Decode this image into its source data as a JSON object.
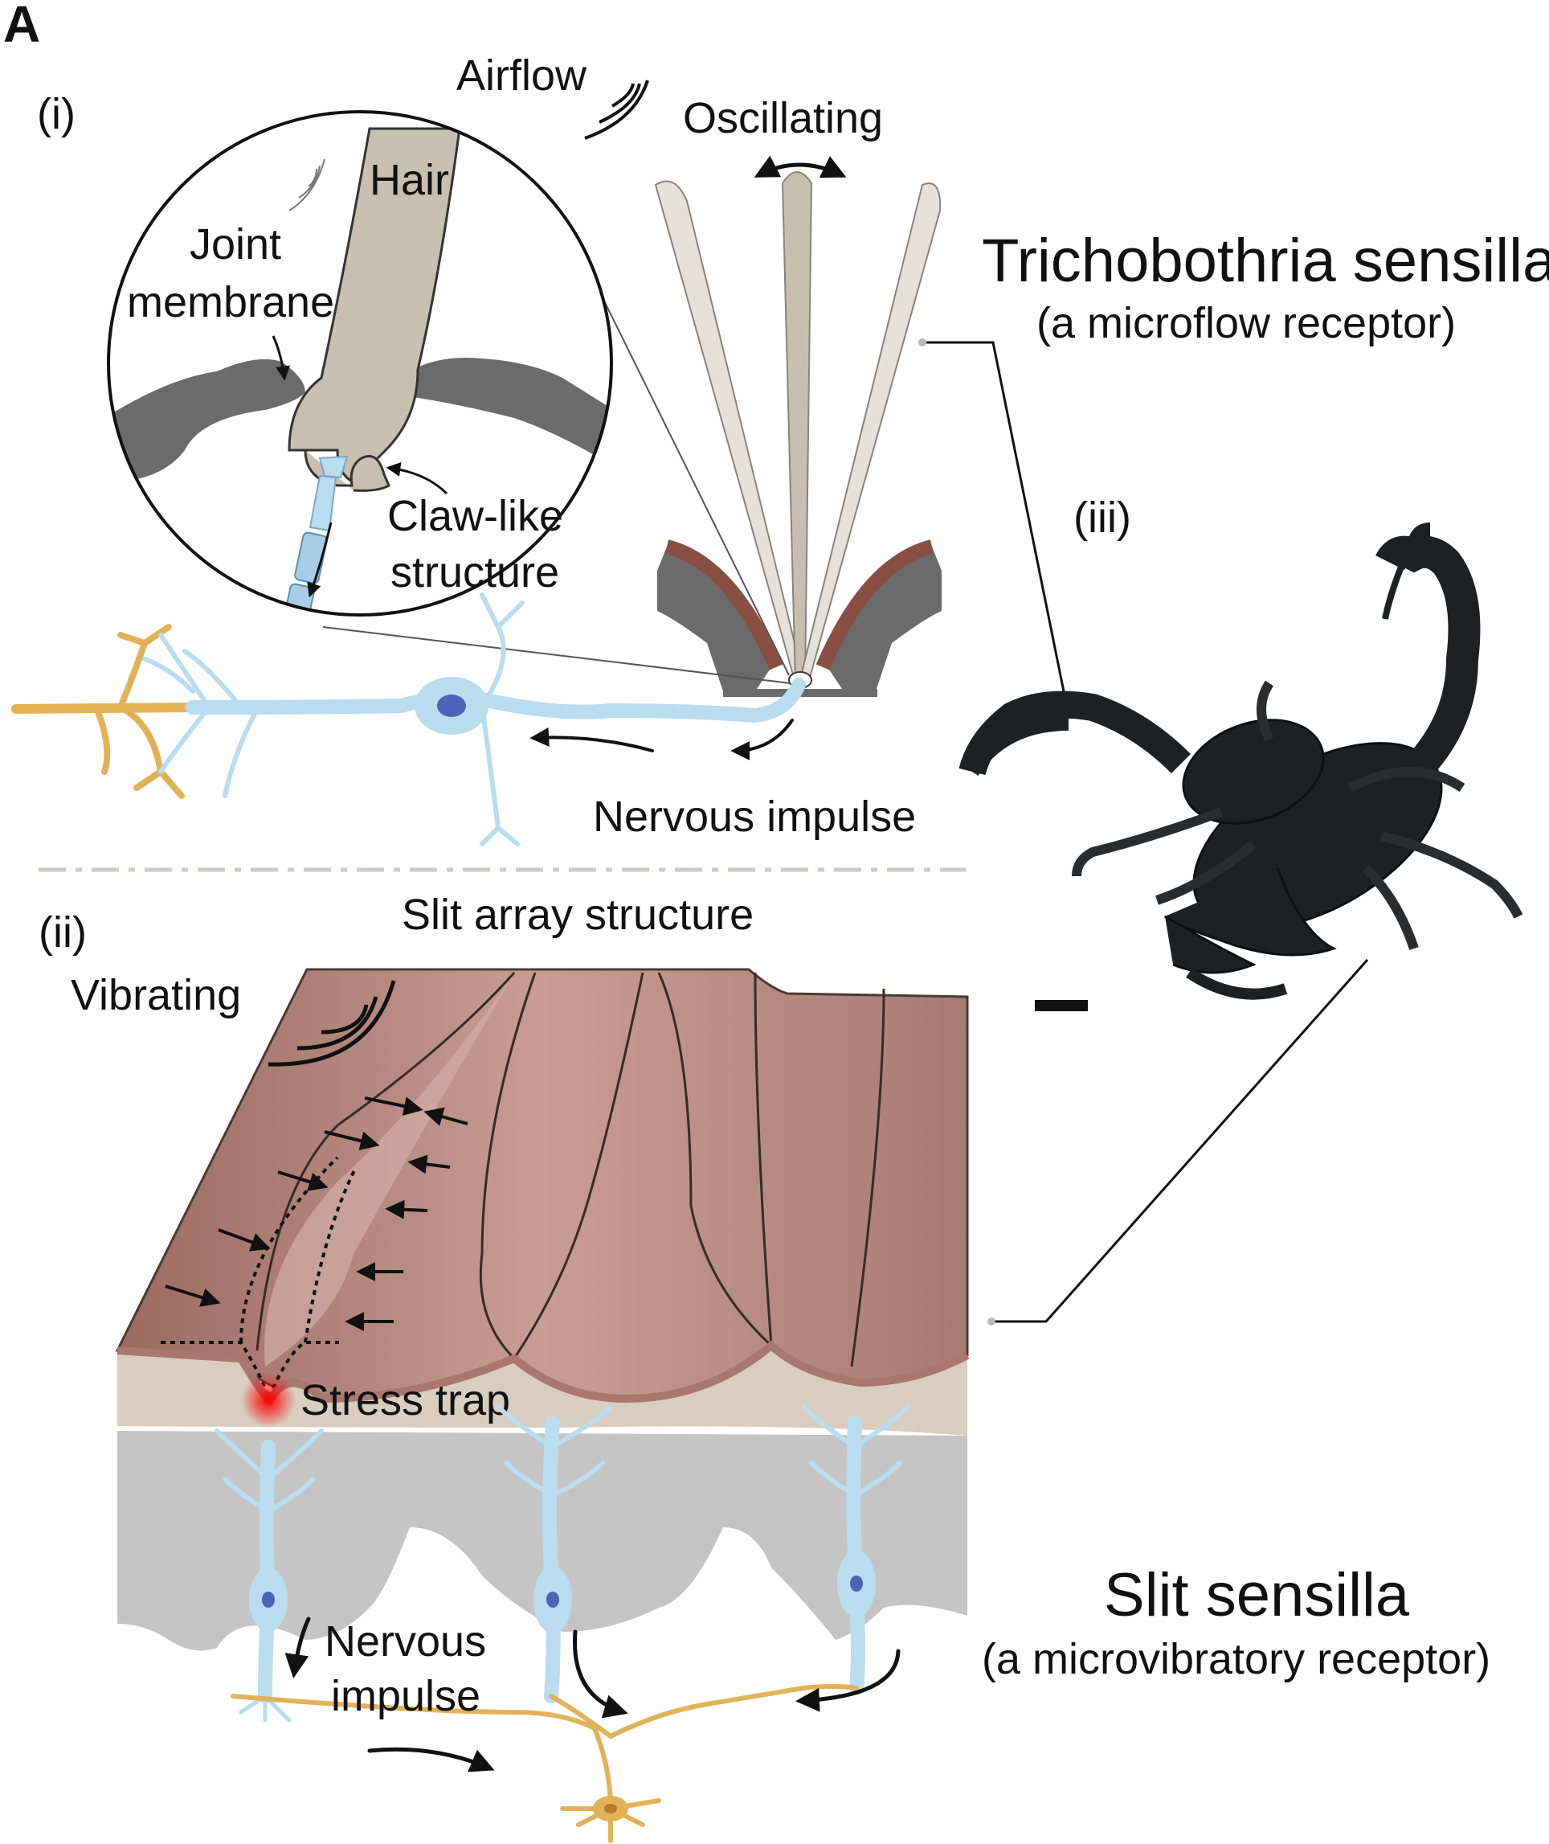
{
  "figure_letter": "A",
  "panels": {
    "i": "(i)",
    "ii": "(ii)",
    "iii": "(iii)"
  },
  "labels": {
    "airflow": "Airflow",
    "oscillating": "Oscillating",
    "hair": "Hair",
    "joint_line1": "Joint",
    "joint_line2": "membrane",
    "claw_line1": "Claw-like",
    "claw_line2": "structure",
    "nervous_impulse_top": "Nervous impulse",
    "slit_array": "Slit array structure",
    "vibrating": "Vibrating",
    "stress_trap": "Stress trap",
    "nervous_line1": "Nervous",
    "nervous_line2": "impulse"
  },
  "receptors": {
    "trichobothria_title": "Trichobothria sensilla",
    "trichobothria_sub": "(a microflow receptor)",
    "slit_title": "Slit sensilla",
    "slit_sub": "(a microvibratory receptor)"
  },
  "colors": {
    "hair": "#c9bfb0",
    "hair_light": "#e6e1d8",
    "cuticle": "#6b6b6b",
    "nerve": "#b9dcef",
    "nucleus": "#4a64b8",
    "dendrite_gold": "#e2b356",
    "slit_brown": "#a9776d",
    "slit_light": "#d2aea6",
    "tissue_grey": "#c4c4c4",
    "stress_red": "#ff1a1a",
    "scorpion": "#1e2023"
  }
}
